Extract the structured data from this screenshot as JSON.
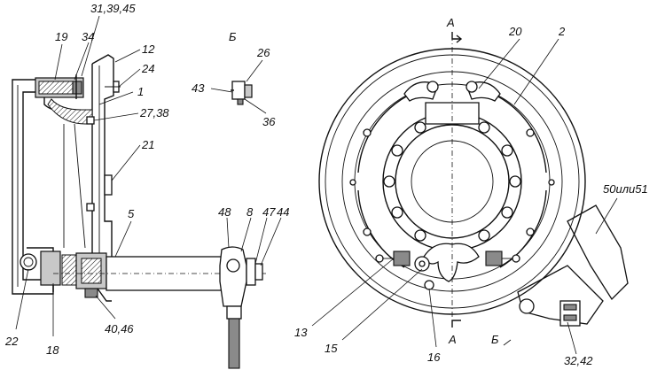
{
  "labels": {
    "l31_39_45": "31,39,45",
    "l19": "19",
    "l34": "34",
    "l12": "12",
    "l24": "24",
    "l1": "1",
    "l27_38": "27,38",
    "l21": "21",
    "l5": "5",
    "l48": "48",
    "l8": "8",
    "l47": "47",
    "l44": "44",
    "l22": "22",
    "l18": "18",
    "l40_46": "40,46",
    "view_b_title": "Б",
    "l26": "26",
    "l43": "43",
    "l36": "36",
    "section_a_top": "А",
    "l20": "20",
    "l2": "2",
    "l50_51": "50или51",
    "l13": "13",
    "l15": "15",
    "l16": "16",
    "section_a_bottom": "А",
    "view_b_arrow": "Б",
    "l32_42": "32,42"
  }
}
